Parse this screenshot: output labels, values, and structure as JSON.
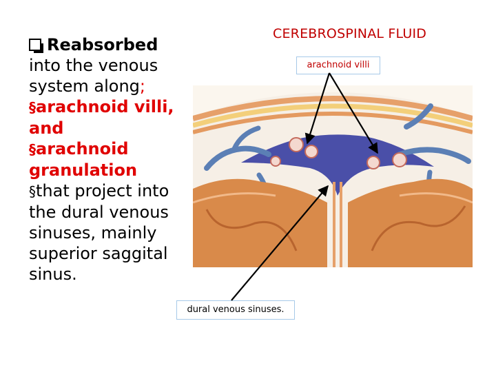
{
  "slide": {
    "title": "CEREBROSPINAL FLUID",
    "bullets": {
      "heading": "Reabsorbed",
      "line1": "into the venous",
      "line2a": "system along",
      "line2b": ";",
      "sq1": "§",
      "line3": "arachnoid villi,",
      "line4": "and",
      "sq2": "§",
      "line5": "arachnoid",
      "line6": "granulation",
      "sq3": "§",
      "line7": "that project into",
      "line8": "the dural venous",
      "line9": "sinuses, mainly",
      "line10": "superior saggital",
      "line11": "sinus."
    },
    "labels": {
      "arachnoid_villi": "arachnoid villi",
      "dural_venous_sinuses": "dural venous sinuses."
    }
  },
  "colors": {
    "title": "#c00000",
    "highlight": "#e00000",
    "label_border": "#a6c9e8",
    "brain": "#d98a4a",
    "sinus": "#4a4fa8",
    "vein": "#5b7fb5"
  },
  "illustration": "cross-section of superior sagittal sinus with arachnoid granulations"
}
